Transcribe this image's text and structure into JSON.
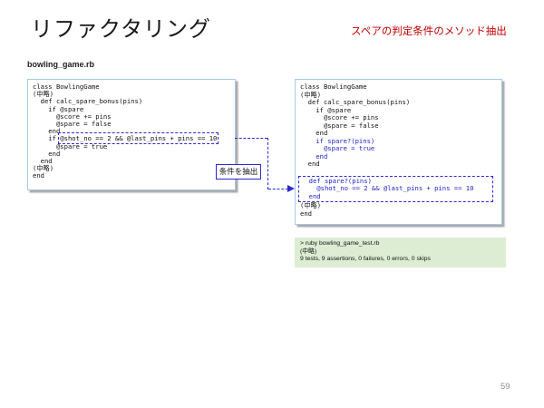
{
  "slide": {
    "title": "リファクタリング",
    "subtitle": "スペアの判定条件のメソッド抽出",
    "file_label": "bowling_game.rb",
    "page_number": "59"
  },
  "colors": {
    "accent-red": "#c00000",
    "code-blue": "#2323c8",
    "connector-blue": "#2a2ad2",
    "box-border": "#a8c8e4",
    "green-bg": "#dcedd4",
    "page-gray": "#8c8c8c"
  },
  "left_code": {
    "lines_before": [
      "class BowlingGame",
      "(中略)",
      "  def calc_spare_bonus(pins)",
      "    if @spare",
      "      @score += pins",
      "      @spare = false",
      "    end"
    ],
    "highlight_prefix": "    if ",
    "highlight_condition": "@shot_no == 2 && @last_pins + pins == 10",
    "lines_after": [
      "      @spare = true",
      "    end",
      "  end",
      "(中略)",
      "end"
    ]
  },
  "callout": {
    "label": "条件を抽出"
  },
  "right_code": {
    "lines_black_1": [
      "class BowlingGame",
      "(中略)",
      "  def calc_spare_bonus(pins)",
      "    if @spare",
      "      @score += pins",
      "      @spare = false",
      "    end"
    ],
    "lines_blue_1": [
      "    if spare?(pins)",
      "      @spare = true",
      "    end"
    ],
    "line_end": "  end",
    "extracted_lines": [
      "  def spare?(pins)",
      "    @shot_no == 2 && @last_pins + pins == 10",
      "  end"
    ],
    "lines_tail": [
      "(中略)",
      "end"
    ]
  },
  "test_output": {
    "lines": [
      "> ruby bowling_game_test.rb",
      "(中略)",
      "9 tests, 9 assertions, 0 failures, 0 errors, 0 skips"
    ]
  }
}
